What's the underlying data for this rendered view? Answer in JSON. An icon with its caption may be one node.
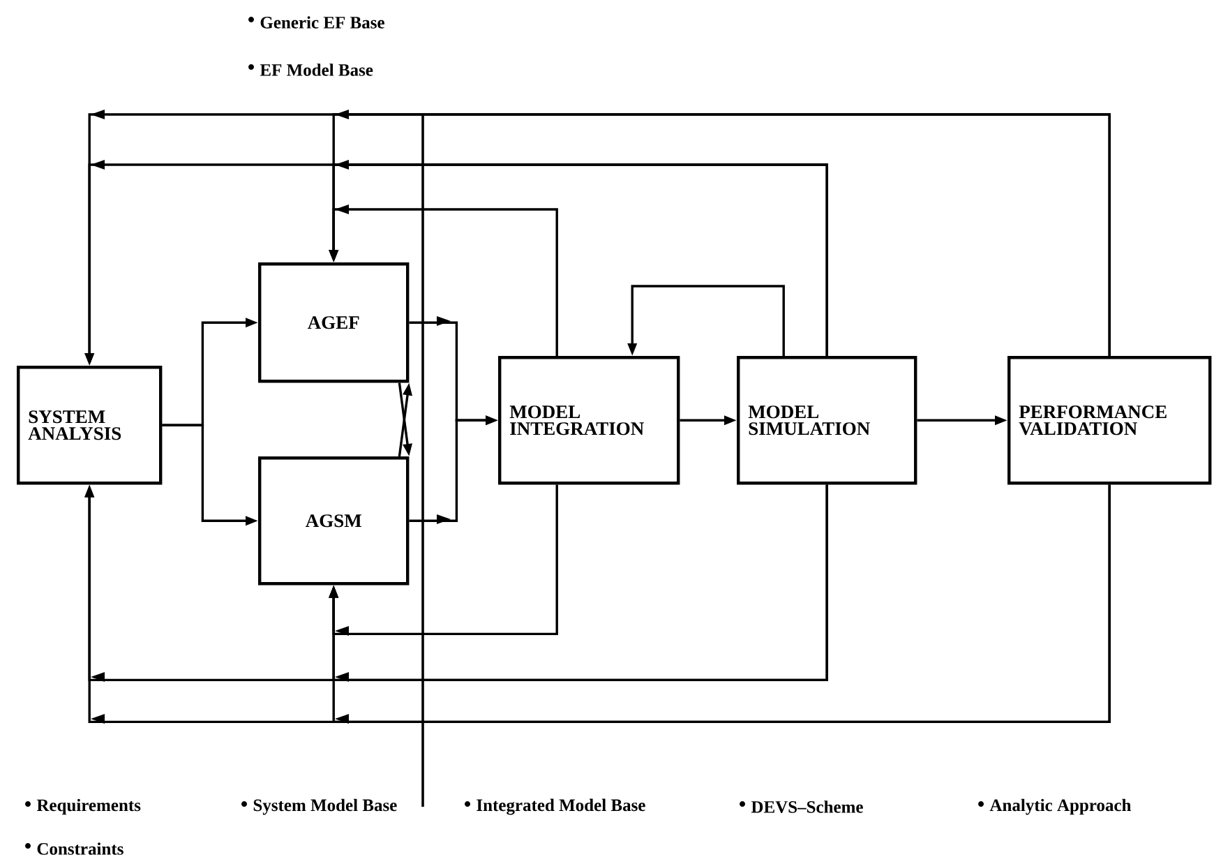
{
  "diagram": {
    "nodes": [
      {
        "text": [
          "SYSTEM ANALYSIS"
        ]
      },
      {
        "text": [
          "AGEF"
        ]
      },
      {
        "text": [
          "AGSM"
        ]
      },
      {
        "text": [
          "MODEL INTEGRATION"
        ]
      },
      {
        "text": [
          "MODEL SIMULATION"
        ]
      },
      {
        "text": [
          "PERFORMANCE VALIDATION"
        ]
      }
    ],
    "edges": [
      {
        "from": 0,
        "to": 1,
        "arrow": "to"
      },
      {
        "from": 0,
        "to": 2,
        "arrow": "to"
      },
      {
        "from": 1,
        "to": 2,
        "arrow": "to"
      },
      {
        "from": 2,
        "to": 1,
        "arrow": "to"
      },
      {
        "from": 1,
        "to": 3,
        "arrow": "to"
      },
      {
        "from": 2,
        "to": 3,
        "arrow": "to"
      },
      {
        "from": 3,
        "to": 4,
        "arrow": "to"
      },
      {
        "from": 4,
        "to": 3,
        "arrow": "to"
      },
      {
        "from": 4,
        "to": 5,
        "arrow": "to"
      },
      {
        "from": 5,
        "to": 0,
        "arrow": "to"
      },
      {
        "from": 5,
        "to": 1,
        "arrow": "to"
      },
      {
        "from": 4,
        "to": 0,
        "arrow": "to"
      },
      {
        "from": 4,
        "to": 1,
        "arrow": "to"
      },
      {
        "from": 3,
        "to": 1,
        "arrow": "to"
      },
      {
        "from": 3,
        "to": 2,
        "arrow": "to"
      },
      {
        "from": 4,
        "to": 2,
        "arrow": "to"
      },
      {
        "from": 4,
        "to": 0,
        "arrow": "to"
      },
      {
        "from": 5,
        "to": 2,
        "arrow": "to"
      },
      {
        "from": 5,
        "to": 0,
        "arrow": "to"
      }
    ],
    "labels": [
      "Generic EF Base",
      "EF Model Base",
      "Requirements",
      "System Model Base",
      "Integrated Model Base",
      "DEVS–Scheme",
      "Analytic Approach",
      "Constraints"
    ]
  }
}
